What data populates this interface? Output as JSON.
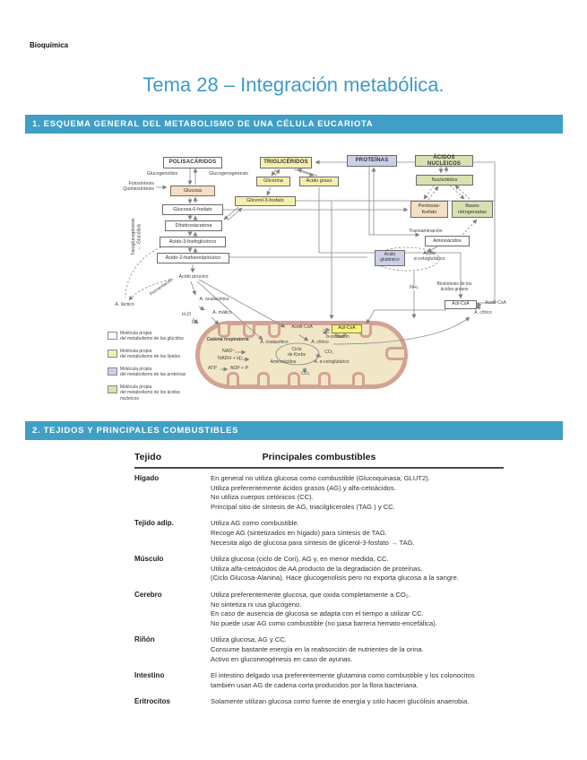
{
  "page": {
    "corner_label": "Bioquímica",
    "title": "Tema 28 – Integración metabólica."
  },
  "section1": {
    "title": "1. ESQUEMA GENERAL DEL METABOLISMO DE UNA CÉLULA EUCARIOTA"
  },
  "section2": {
    "title": "2. TEJIDOS Y PRINCIPALES COMBUSTIBLES"
  },
  "colors": {
    "accent_blue": "#3f9fc5",
    "lipid_box": "#f5efad",
    "carb_box": "#f3dfc5",
    "protein_box": "#ccd0e6",
    "nucleic_box": "#dae0b0",
    "mito_membrane": "#d4a294",
    "mito_matrix": "#f1e6c6"
  },
  "diagram": {
    "labels": {
      "polisacaridos": "POLISACÁRIDOS",
      "trigliceridos": "TRIGLICÉRIDOS",
      "proteinas": "PROTEÍNAS",
      "acidos_nucleicos": "ÁCIDOS NUCLEICOS",
      "glucogenolisis": "Glucogenolisis",
      "glucogenogenesis": "Glucogenogénesis",
      "fotosintesis": "Fotosíntesis\nQuimiosíntesis",
      "glucosa": "Glucosa",
      "glicerina": "Glicerina",
      "acido_graso": "Ácido graso",
      "glicerol3p": "Glicerol-3-fosfato",
      "nucleotidos": "Nucleótidos",
      "glucosa6p": "Glucosa-6-fosfato",
      "dihidroxiacetona": "Dihidroxiacetona",
      "acido3fosfoglicerico": "Ácido-3-fosfoglicérico",
      "acidofosfoenolpiruvico": "Ácido-2-fosfoenolpirúvico",
      "pentosas_fosfato": "Pentosas-\nfosfato",
      "bases_nitrogenadas": "Bases\nnitrogenadas",
      "transaminacion": "Transaminación",
      "aminoacidos": "Aminoácidos",
      "acido_glutamico": "Ácido\nglutámico",
      "acido_cetoglutarico": "Ácido\nα-cetoglutárico",
      "acido_piruvico": "Ácido pirúvico",
      "fermentacion": "Fermentación",
      "a_lactico": "A. láctico",
      "a_oxalacetico": "A. oxalacético",
      "a_malico": "A. málico",
      "h2o": "H₂O",
      "o2": "O₂",
      "nh3": "NH₃",
      "biosintesis_ag": "Biosíntesis de los\nácidos grasos",
      "acil_coa_ext": "Acil-CoA",
      "acetil_coa_ext": "Acetil-CoA",
      "a_citrico_ext": "A. cítrico",
      "neoglucogenesis": "Neoglucogénesis\n← Glucólisis",
      "cadena_respiratoria": "Cadena respiratoria",
      "nad": "NAD⁺",
      "nadh": "NADH + H⁺",
      "atp": "ATP",
      "adp": "ADP + P",
      "acetil_coa_mit": "Acetil-CoA",
      "acil_coa_mit": "Acil-CoA",
      "beta_oxidacion": "b-oxidación",
      "a_oxalacetico_mit": "A. oxalacético",
      "a_citrico_mit": "A. cítrico",
      "ciclo_krebs": "Ciclo\nde Krebs",
      "co2_krebs": "CO₂",
      "aminoacidos_mit": "Aminoácidos",
      "a_cetoglutarico_mit": "A. α-cetoglutárico",
      "co2_bottom": "CO₂"
    },
    "legend": [
      {
        "swatch": "#ffffff",
        "text": "Molécula propia\ndel metabolismo de los glúcidos"
      },
      {
        "swatch": "#f5efad",
        "text": "Molécula propia\ndel metabolismo de los lípidos"
      },
      {
        "swatch": "#ccd0e6",
        "text": "Molécula propia\ndel metabolismo de las proteínas"
      },
      {
        "swatch": "#dae0b0",
        "text": "Molécula propia\ndel metabolismo de los ácidos\nnucleicos"
      }
    ]
  },
  "table": {
    "headers": [
      "Tejido",
      "Principales combustibles"
    ],
    "rows": [
      {
        "tissue": "Hígado",
        "fuels": [
          "En general no utiliza glucosa como combustible (Glucoquinasa, GLUT2).",
          "Utiliza preferentemente ácidos grasos (AG) y alfa-cetoácidos.",
          "No utiliza cuerpos cetónicos (CC).",
          "Principal sitio de síntesis de AG, triacilgliceroles (TAG ) y CC."
        ]
      },
      {
        "tissue": "Tejido adip.",
        "fuels": [
          "Utiliza AG como combustible.",
          "Recoge AG (sintetizados en hígado) para síntesis de TAG.",
          "Necesita algo de glucosa para síntesis de glicerol-3-fosfato → TAG."
        ]
      },
      {
        "tissue": "Músculo",
        "fuels": [
          "Utiliza glucosa (ciclo de Cori), AG y, en menor medida, CC.",
          "Utiliza alfa-cetoácidos de AA producto de la degradación de proteínas.",
          "(Ciclo Glucosa-Alanina). Hace glucogenolisis pero no exporta glucosa a la sangre."
        ]
      },
      {
        "tissue": "Cerebro",
        "fuels": [
          "Utiliza preferentemente glucosa, que oxida completamente a CO₂.",
          "No sintetiza ni usa glucógeno.",
          "En caso de ausencia de glucosa se adapta con el tiempo a utilizar CC.",
          "No puede usar AG como combustible (no pasa barrera hemato-encefálica)."
        ]
      },
      {
        "tissue": "Riñón",
        "fuels": [
          "Utiliza glucosa, AG y CC.",
          "Consume bastante energía en la reabsorción de nutrientes de la orina.",
          "Activo en gluconeogénesis en caso de ayunas."
        ]
      },
      {
        "tissue": "Intestino",
        "fuels": [
          "El intestino delgado usa preferentemente glutamina como combustible y los colonocitos",
          "también usan AG de cadena corta producidos por la flora bacteriana."
        ]
      },
      {
        "tissue": "Eritrocitos",
        "fuels": [
          "Solamente utilizan glucosa como fuente de energía y sólo hacen glucólisis anaerobia."
        ]
      }
    ]
  }
}
